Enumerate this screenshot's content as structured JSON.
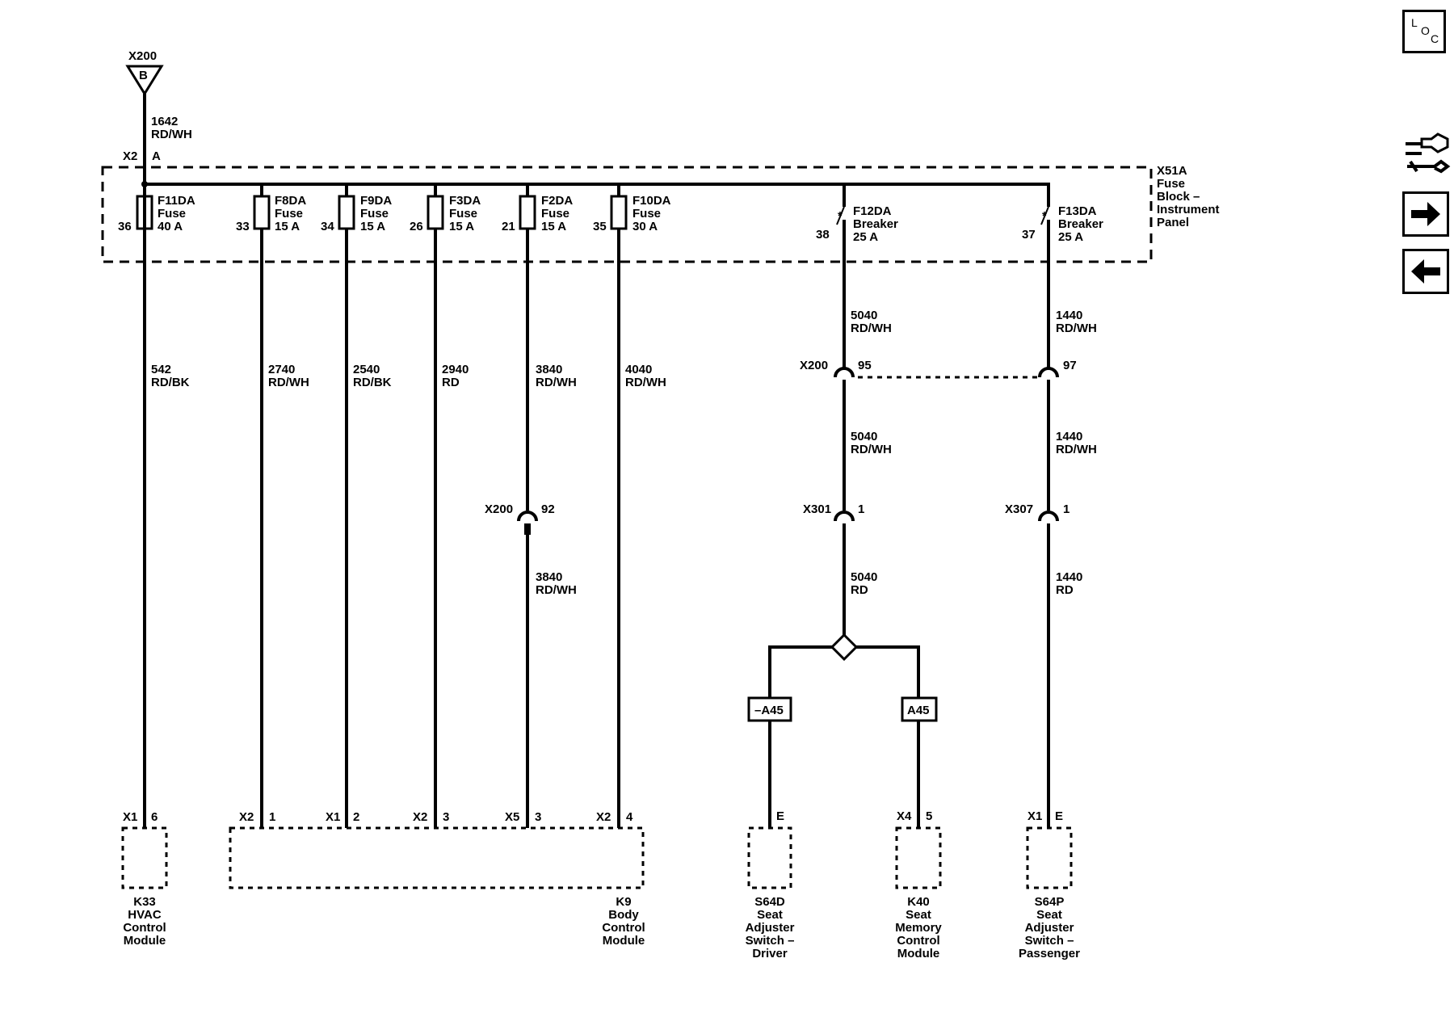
{
  "source": {
    "connector": "X200",
    "pin": "B",
    "wire_num": "1642",
    "wire_color": "RD/WH",
    "x2": "X2",
    "a": "A"
  },
  "fuse_block": [
    "X51A",
    "Fuse",
    "Block –",
    "Instrument",
    "Panel"
  ],
  "fuses": [
    {
      "name": "F11DA",
      "type": "Fuse",
      "rating": "40 A",
      "pin": "36",
      "wire_num": "542",
      "wire_color": "RD/BK",
      "conn": "X1",
      "cpin": "6"
    },
    {
      "name": "F8DA",
      "type": "Fuse",
      "rating": "15 A",
      "pin": "33",
      "wire_num": "2740",
      "wire_color": "RD/WH",
      "conn": "X2",
      "cpin": "1"
    },
    {
      "name": "F9DA",
      "type": "Fuse",
      "rating": "15 A",
      "pin": "34",
      "wire_num": "2540",
      "wire_color": "RD/BK",
      "conn": "X1",
      "cpin": "2"
    },
    {
      "name": "F3DA",
      "type": "Fuse",
      "rating": "15 A",
      "pin": "26",
      "wire_num": "2940",
      "wire_color": "RD",
      "conn": "X2",
      "cpin": "3"
    },
    {
      "name": "F2DA",
      "type": "Fuse",
      "rating": "15 A",
      "pin": "21",
      "wire_num": "3840",
      "wire_color": "RD/WH",
      "conn": "X5",
      "cpin": "3",
      "inline": {
        "conn": "X200",
        "pin": "92",
        "wire_num": "3840",
        "wire_color": "RD/WH"
      }
    },
    {
      "name": "F10DA",
      "type": "Fuse",
      "rating": "30 A",
      "pin": "35",
      "wire_num": "4040",
      "wire_color": "RD/WH",
      "conn": "X2",
      "cpin": "4"
    }
  ],
  "breakers": [
    {
      "name": "F12DA",
      "type": "Breaker",
      "rating": "25 A",
      "pin": "38",
      "seg1": {
        "num": "5040",
        "color": "RD/WH"
      },
      "x200": "X200",
      "x200pin": "95",
      "seg2": {
        "num": "5040",
        "color": "RD/WH"
      },
      "conn": "X301",
      "connpin": "1",
      "seg3": {
        "num": "5040",
        "color": "RD"
      }
    },
    {
      "name": "F13DA",
      "type": "Breaker",
      "rating": "25 A",
      "pin": "37",
      "seg1": {
        "num": "1440",
        "color": "RD/WH"
      },
      "x200pin": "97",
      "seg2": {
        "num": "1440",
        "color": "RD/WH"
      },
      "conn": "X307",
      "connpin": "1",
      "seg3": {
        "num": "1440",
        "color": "RD"
      }
    }
  ],
  "options": {
    "left": "–A45",
    "right": "A45"
  },
  "components": {
    "k33": [
      "K33",
      "HVAC",
      "Control",
      "Module"
    ],
    "k9": [
      "K9",
      "Body",
      "Control",
      "Module"
    ],
    "s64d": {
      "pin": "E",
      "label": [
        "S64D",
        "Seat",
        "Adjuster",
        "Switch –",
        "Driver"
      ]
    },
    "k40": {
      "conn": "X4",
      "pin": "5",
      "label": [
        "K40",
        "Seat",
        "Memory",
        "Control",
        "Module"
      ]
    },
    "s64p": {
      "conn": "X1",
      "pin": "E",
      "label": [
        "S64P",
        "Seat",
        "Adjuster",
        "Switch –",
        "Passenger"
      ]
    }
  },
  "sidebar": {
    "loc_l": "L",
    "loc_o": "O",
    "loc_c": "C"
  }
}
